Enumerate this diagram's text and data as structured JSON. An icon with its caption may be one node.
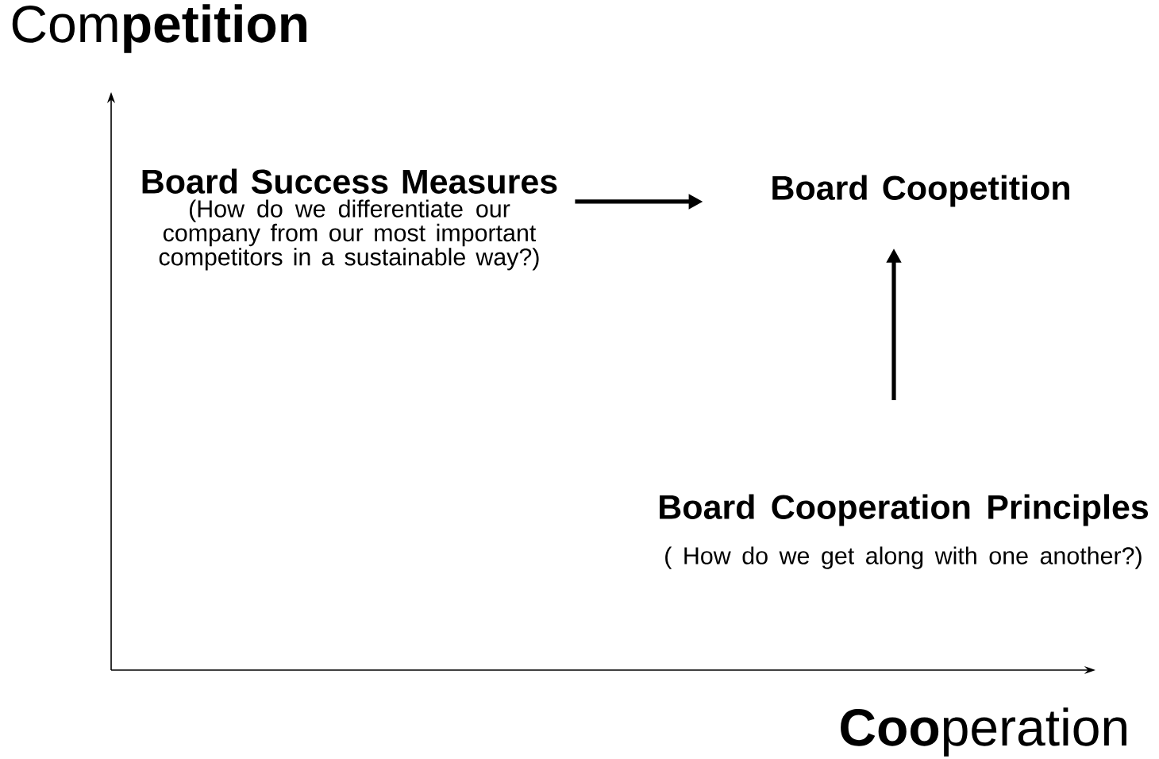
{
  "diagram": {
    "nodes": [
      {
        "text": [
          "Board Success Measures",
          "(How do we differentiate our company from our most important competitors in a sustainable way?)"
        ]
      },
      {
        "text": [
          "Board Coopetition"
        ]
      },
      {
        "text": [
          "Board Cooperation Principles",
          "( How do we get along with one another?)"
        ]
      }
    ],
    "edges": [
      {
        "from": 0,
        "to": 1,
        "arrow": "to"
      },
      {
        "from": 2,
        "to": 1,
        "arrow": "to"
      }
    ],
    "labels": [
      "Com**petition**",
      "**Coo**peration"
    ]
  }
}
